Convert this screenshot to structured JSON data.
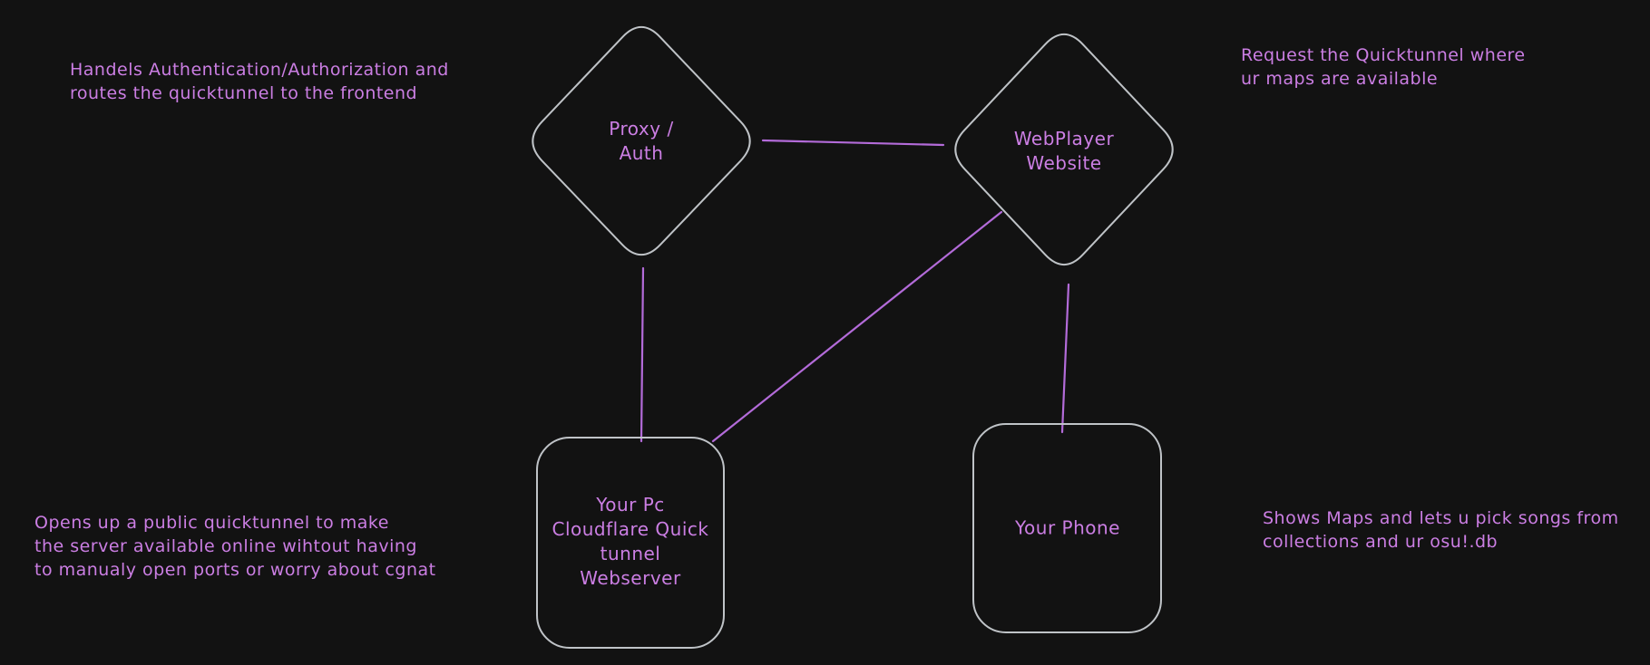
{
  "colors": {
    "canvas_bg": "#121212",
    "text_purple": "#cb7ee3",
    "line_purple": "#b36bd9",
    "shape_stroke": "#bfc3c7"
  },
  "nodes": {
    "proxy_auth": {
      "shape": "diamond",
      "label": "Proxy /\nAuth"
    },
    "webplayer": {
      "shape": "diamond",
      "label": "WebPlayer\nWebsite"
    },
    "your_pc": {
      "shape": "rounded-rect",
      "label": "Your Pc\nCloudflare Quick\ntunnel\nWebserver"
    },
    "your_phone": {
      "shape": "rounded-rect",
      "label": "Your Phone"
    }
  },
  "edges": [
    {
      "from": "proxy_auth",
      "to": "webplayer"
    },
    {
      "from": "proxy_auth",
      "to": "your_pc"
    },
    {
      "from": "webplayer",
      "to": "your_pc"
    },
    {
      "from": "webplayer",
      "to": "your_phone"
    }
  ],
  "annotations": {
    "top_left": "Handels Authentication/Authorization and\nroutes the quicktunnel to the frontend",
    "top_right": "Request the Quicktunnel where\nur maps are available",
    "bottom_left": "Opens up a public quicktunnel to make\nthe server available online wihtout having\nto manualy open ports or worry about cgnat",
    "bottom_right": "Shows Maps and lets u pick songs from\ncollections and ur osu!.db"
  }
}
